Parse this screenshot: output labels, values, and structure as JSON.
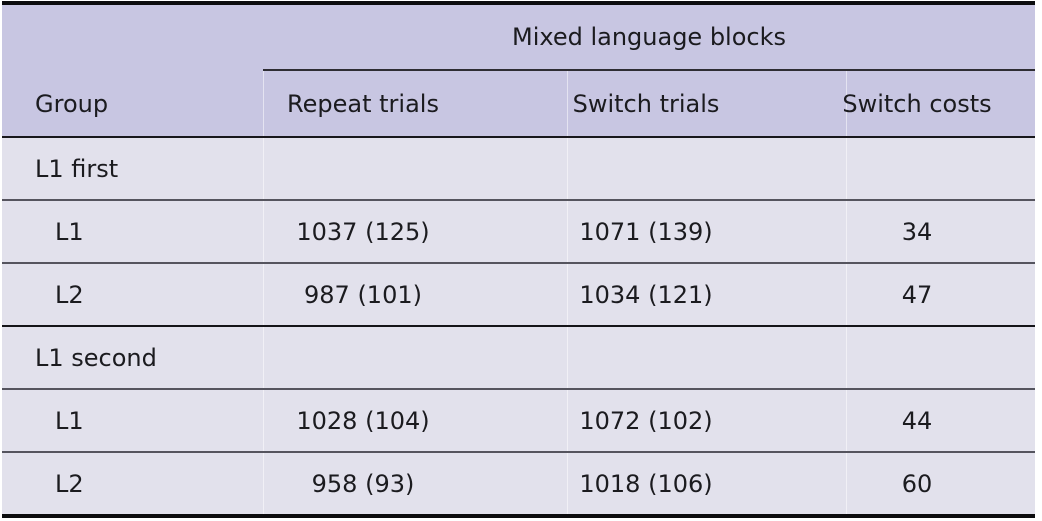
{
  "table": {
    "spanner_label": "Mixed language blocks",
    "columns": [
      "Group",
      "Repeat trials",
      "Switch trials",
      "Switch costs"
    ],
    "sections": [
      {
        "label": "L1 first",
        "rows": [
          {
            "group": "L1",
            "repeat": "1037 (125)",
            "switch": "1071 (139)",
            "cost": "34"
          },
          {
            "group": "L2",
            "repeat": "987 (101)",
            "switch": "1034 (121)",
            "cost": "47"
          }
        ]
      },
      {
        "label": "L1 second",
        "rows": [
          {
            "group": "L1",
            "repeat": "1028 (104)",
            "switch": "1072 (102)",
            "cost": "44"
          },
          {
            "group": "L2",
            "repeat": "958 (93)",
            "switch": "1018 (106)",
            "cost": "60"
          }
        ]
      }
    ]
  },
  "colors": {
    "header_background": "#c8c6e2",
    "body_background": "#e2e1ec",
    "outer_border": "#0c0c0e",
    "section_divider": "#141418",
    "row_divider": "#55545e",
    "text": "#1b1b1f"
  }
}
